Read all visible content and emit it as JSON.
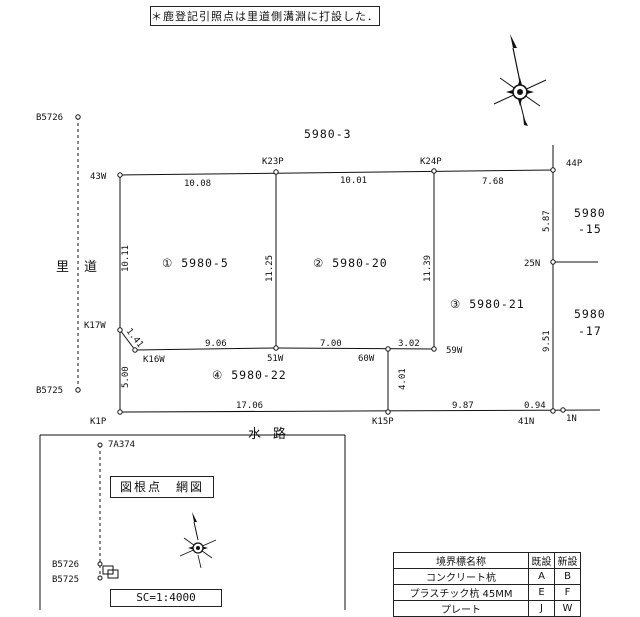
{
  "note": "＊鹿登記引照点は里道側溝淵に打設した．",
  "lots": {
    "lot1": "① 5980-5",
    "lot2": "② 5980-20",
    "lot3": "③ 5980-21",
    "lot4": "④ 5980-22",
    "north": "5980-3",
    "east_upper_1": "5980",
    "east_upper_2": "-15",
    "east_lower_1": "5980",
    "east_lower_2": "-17"
  },
  "roads": {
    "left_1": "里",
    "left_2": "道",
    "bottom": "水 路"
  },
  "points": {
    "b5726": "B5726",
    "b5725": "B5725",
    "p43w": "43W",
    "k23p": "K23P",
    "k24p": "K24P",
    "p44p": "44P",
    "p25n": "25N",
    "k17w": "K17W",
    "k16w": "K16W",
    "p51w": "51W",
    "p60w": "60W",
    "p59w": "59W",
    "k1p": "K1P",
    "k15p": "K15P",
    "p41n": "41N",
    "p1n": "1N"
  },
  "distances": {
    "top_a": "10.08",
    "top_b": "10.01",
    "top_c": "7.68",
    "left_a": "10.11",
    "mid_a": "11.25",
    "mid_b": "11.39",
    "right_a": "5.87",
    "right_b": "9.51",
    "diag": "1.41",
    "low_a": "9.06",
    "low_b": "7.00",
    "low_c": "3.02",
    "left_b": "5.00",
    "v60": "4.01",
    "bot_a": "17.06",
    "bot_b": "9.87",
    "bot_c": "0.94"
  },
  "inset": {
    "title": "図根点　網図",
    "ref": "7A374",
    "b5726": "B5726",
    "b5725": "B5725",
    "scale": "SC=1:4000"
  },
  "legend": {
    "header": [
      "境界標名称",
      "既設",
      "新設"
    ],
    "rows": [
      [
        "コンクリート杭",
        "A",
        "B"
      ],
      [
        "プラスチック杭 45MM",
        "E",
        "F"
      ],
      [
        "プレート",
        "J",
        "W"
      ]
    ]
  },
  "icons": {
    "compass": "north-arrow-compass-icon"
  }
}
